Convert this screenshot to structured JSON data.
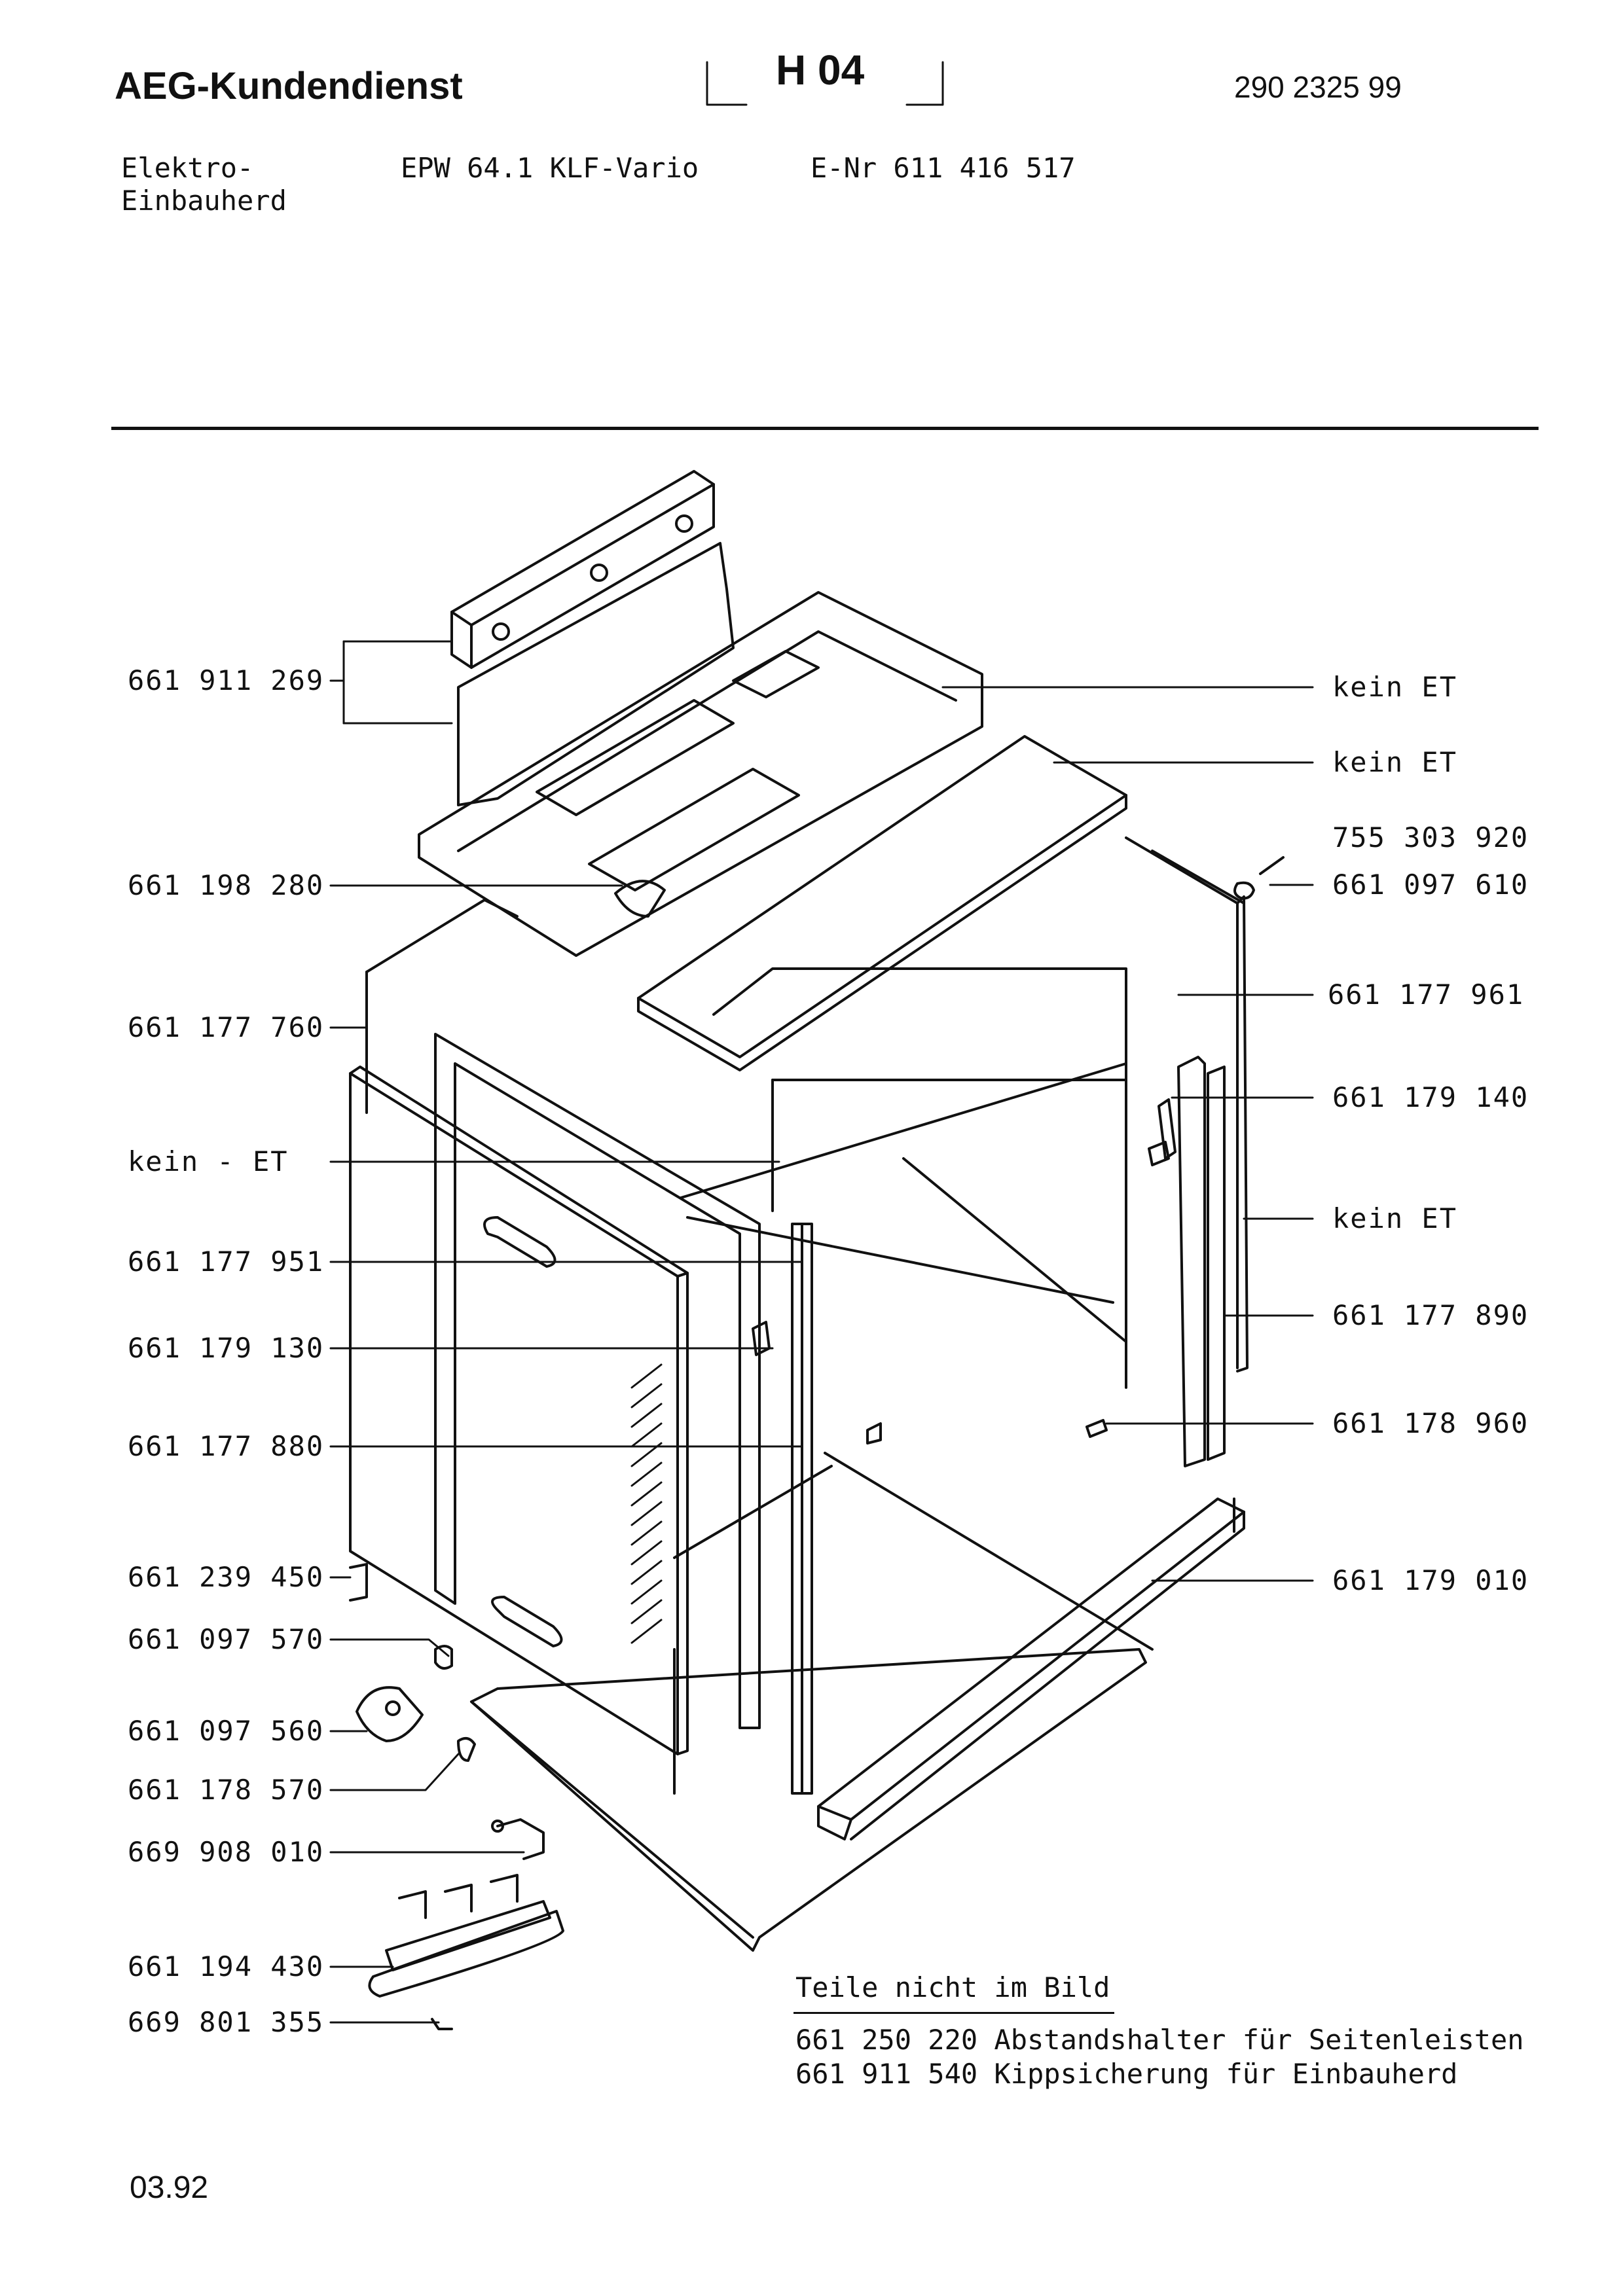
{
  "header": {
    "brand": "AEG-Kundendienst",
    "sheet_code": "H 04",
    "doc_number": "290 2325 99"
  },
  "product": {
    "category_line1": "Elektro-",
    "category_line2": "Einbauherd",
    "model": "EPW 64.1 KLF-Vario",
    "e_number": "E-Nr 611 416 517"
  },
  "callouts_left": [
    "661 911 269",
    "661 198 280",
    "661 177 760",
    "kein - ET",
    "661 177 951",
    "661 179 130",
    "661 177 880",
    "661 239 450",
    "661 097 570",
    "661 097 560",
    "661 178 570",
    "669 908 010",
    "661 194 430",
    "669 801 355"
  ],
  "callouts_right": [
    "kein ET",
    "kein ET",
    "755 303 920",
    "661 097 610",
    "661 177 961",
    "661 179 140",
    "kein ET",
    "661 177 890",
    "661 178 960",
    "661 179 010"
  ],
  "not_in_picture": {
    "title": "Teile nicht im Bild",
    "items": [
      "661 250 220 Abstandshalter für Seitenleisten",
      "661 911 540 Kippsicherung für Einbauherd"
    ]
  },
  "footer": {
    "date": "03.92"
  }
}
